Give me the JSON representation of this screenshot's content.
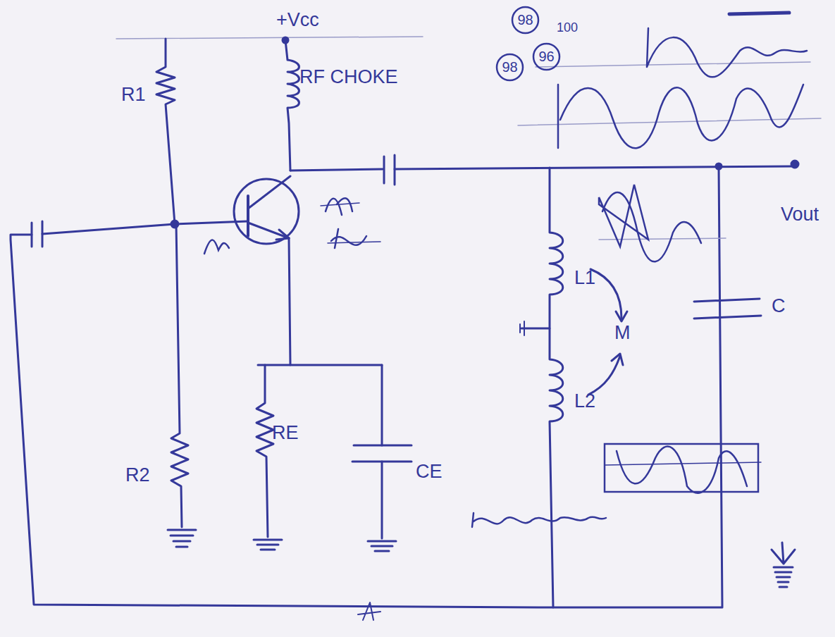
{
  "diagram": {
    "nodes": [
      {
        "text": [
          "98"
        ]
      },
      {
        "text": [
          "98"
        ]
      },
      {
        "text": [
          "96"
        ]
      }
    ],
    "labels": [
      "+Vcc",
      "RF CHOKE",
      "R1",
      "R2",
      "RE",
      "CE",
      "L1",
      "L2",
      "M",
      "C",
      "Vout",
      "100"
    ]
  }
}
